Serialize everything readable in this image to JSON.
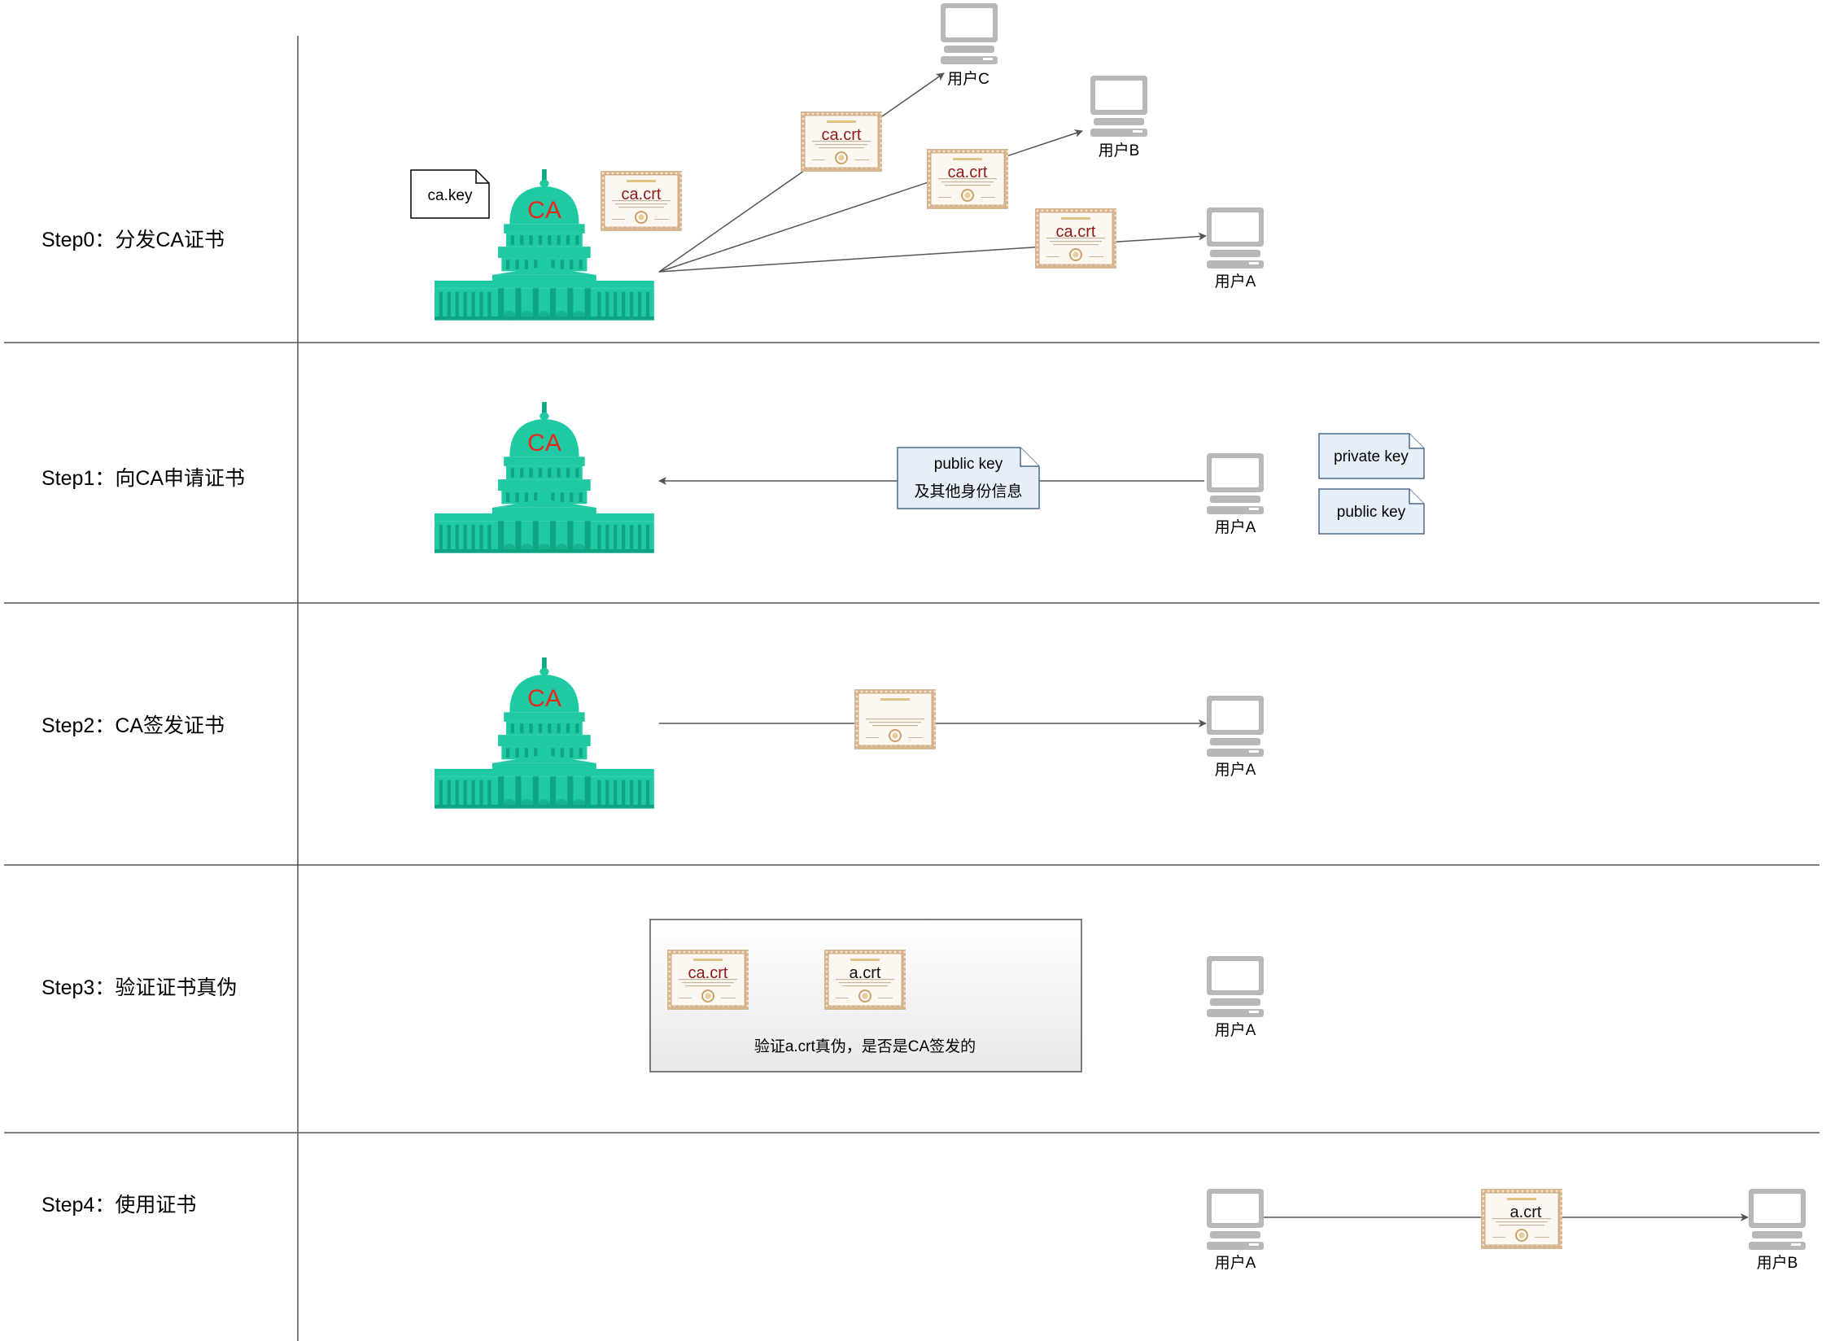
{
  "steps": [
    {
      "label": "Step0：分发CA证书"
    },
    {
      "label": "Step1：向CA申请证书"
    },
    {
      "label": "Step2：CA签发证书"
    },
    {
      "label": "Step3：验证证书真伪"
    },
    {
      "label": "Step4：使用证书"
    }
  ],
  "ca_label": "CA",
  "step0": {
    "ca_key": "ca.key",
    "ca_cert": "ca.crt",
    "cert_c": "ca.crt",
    "cert_b": "ca.crt",
    "cert_a": "ca.crt",
    "user_c": "用户C",
    "user_b": "用户B",
    "user_a": "用户A"
  },
  "step1": {
    "request_line1": "public key",
    "request_line2": "及其他身份信息",
    "user_a": "用户A",
    "private_key": "private key",
    "public_key": "public key"
  },
  "step2": {
    "user_a": "用户A"
  },
  "step3": {
    "cert_ca": "ca.crt",
    "cert_a": "a.crt",
    "verify_text": "验证a.crt真伪，是否是CA签发的",
    "user_a": "用户A"
  },
  "step4": {
    "cert": "a.crt",
    "user_a": "用户A",
    "user_b": "用户B"
  },
  "colors": {
    "building": "#1fc9a3",
    "building_dark": "#0fa582",
    "ca_text": "#e8281e",
    "cert_border": "#c9a178",
    "cert_text": "#8b1a1a",
    "computer": "#b8b8b8",
    "note_fill": "#e6eef7",
    "note_border": "#4a6b8a",
    "lines": "#666666"
  }
}
